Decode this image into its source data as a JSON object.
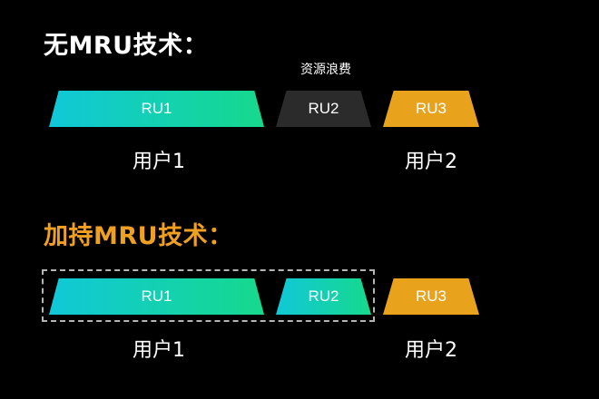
{
  "scenario_without": {
    "heading": "无MRU技术：",
    "heading_color": "#ffffff",
    "waste_label": "资源浪费",
    "blocks": [
      {
        "label": "RU1",
        "owner": "user1",
        "color": "teal-gradient"
      },
      {
        "label": "RU2",
        "owner": "none",
        "color": "#2b2b2b"
      },
      {
        "label": "RU3",
        "owner": "user2",
        "color": "#e8a21b"
      }
    ],
    "users": [
      "用户1",
      "用户2"
    ]
  },
  "scenario_with": {
    "heading": "加持MRU技术：",
    "heading_color": "#f0a020",
    "blocks": [
      {
        "label": "RU1",
        "owner": "user1",
        "color": "teal-gradient"
      },
      {
        "label": "RU2",
        "owner": "user1",
        "color": "teal-gradient"
      },
      {
        "label": "RU3",
        "owner": "user2",
        "color": "#e8a21b"
      }
    ],
    "users": [
      "用户1",
      "用户2"
    ]
  },
  "colors": {
    "background": "#000000",
    "teal_start": "#10c8d8",
    "teal_end": "#16d98c",
    "gray_block": "#2b2b2b",
    "orange_block": "#e8a21b",
    "dashed_border": "#b5b5b5"
  }
}
